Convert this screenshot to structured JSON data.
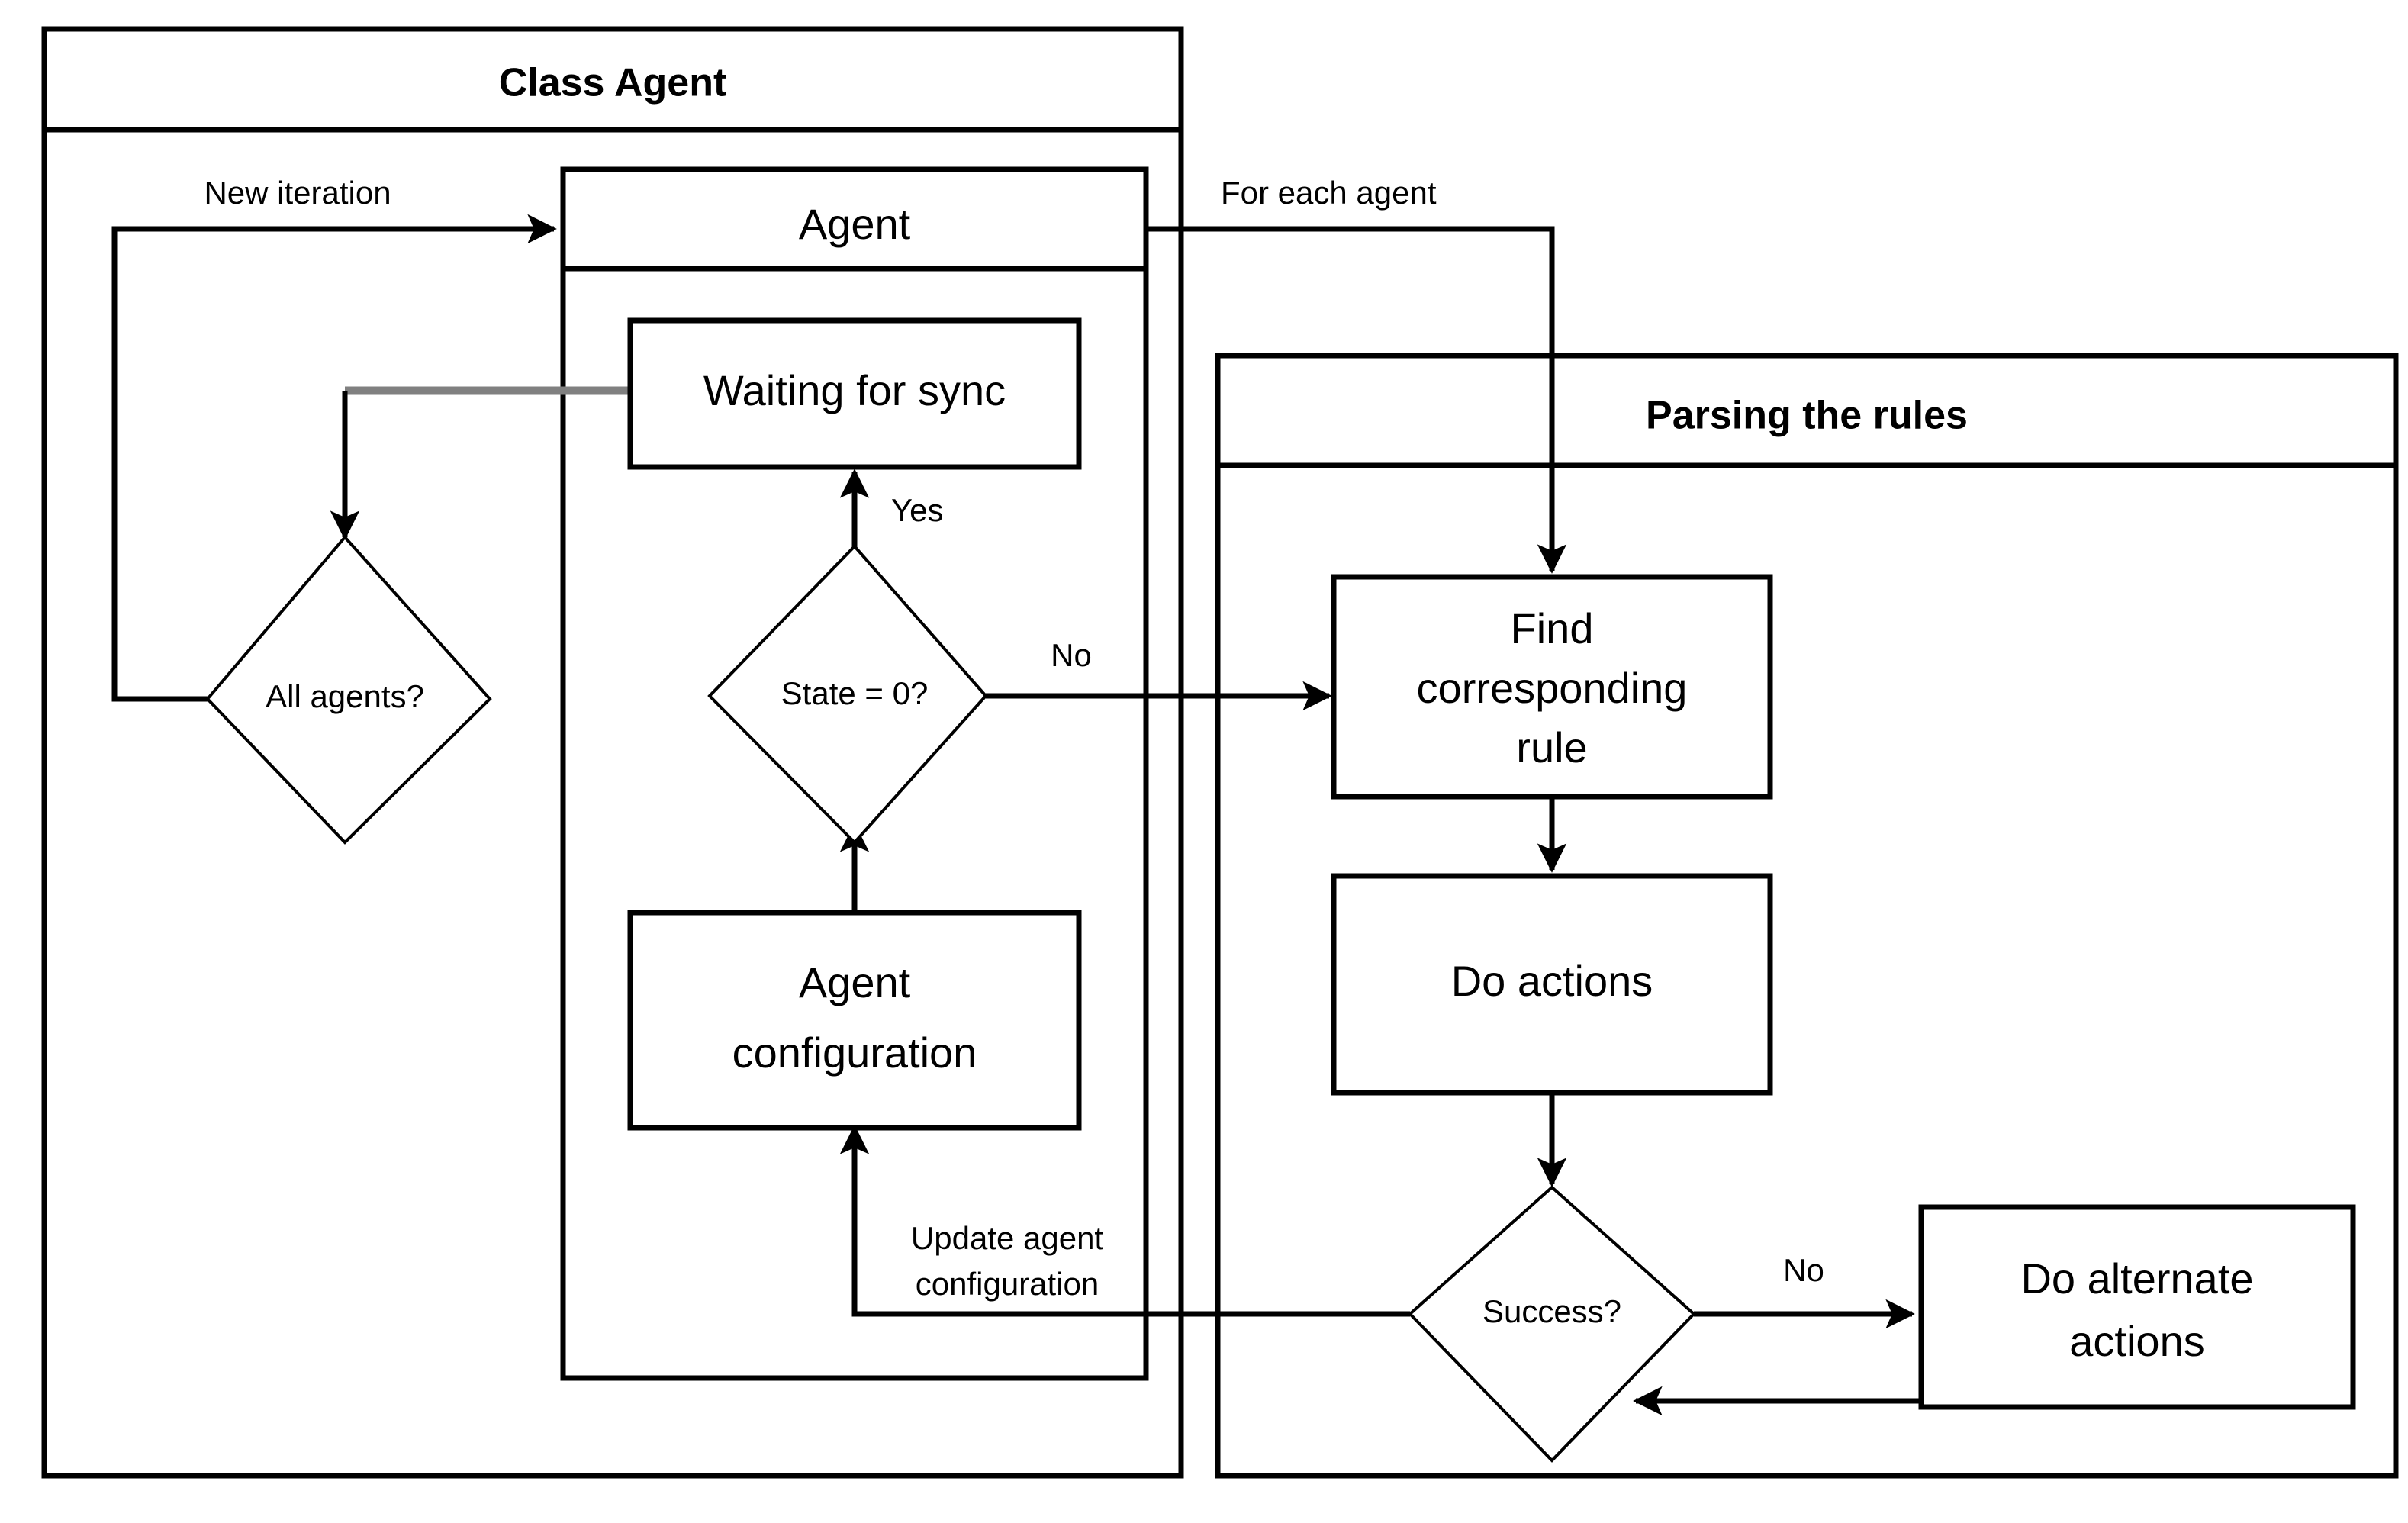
{
  "diagram": {
    "type": "flowchart",
    "panels": [
      {
        "id": "class-agent",
        "title": "Class Agent"
      },
      {
        "id": "parsing-the-rules",
        "title": "Parsing the rules"
      }
    ],
    "nodes": [
      {
        "id": "agent",
        "shape": "class-box",
        "label": "Agent"
      },
      {
        "id": "waiting-sync",
        "shape": "rect",
        "label": "Waiting for sync"
      },
      {
        "id": "all-agents",
        "shape": "diamond",
        "label": "All agents?"
      },
      {
        "id": "state-zero",
        "shape": "diamond",
        "label": "State = 0?"
      },
      {
        "id": "agent-config",
        "shape": "rect",
        "label_line1": "Agent",
        "label_line2": "configuration"
      },
      {
        "id": "find-rule",
        "shape": "rect",
        "label_line1": "Find",
        "label_line2": "corresponding",
        "label_line3": "rule"
      },
      {
        "id": "do-actions",
        "shape": "rect",
        "label": "Do actions"
      },
      {
        "id": "success",
        "shape": "diamond",
        "label": "Success?"
      },
      {
        "id": "do-alternate",
        "shape": "rect",
        "label_line1": "Do alternate",
        "label_line2": "actions"
      }
    ],
    "edge_labels": {
      "new_iteration": "New iteration",
      "for_each_agent": "For each agent",
      "state_yes": "Yes",
      "state_no": "No",
      "success_no": "No",
      "update_agent_config_line1": "Update agent",
      "update_agent_config_line2": "configuration"
    },
    "colors": {
      "stroke": "#000000",
      "background": "#ffffff",
      "gray_edge": "#808080"
    }
  }
}
